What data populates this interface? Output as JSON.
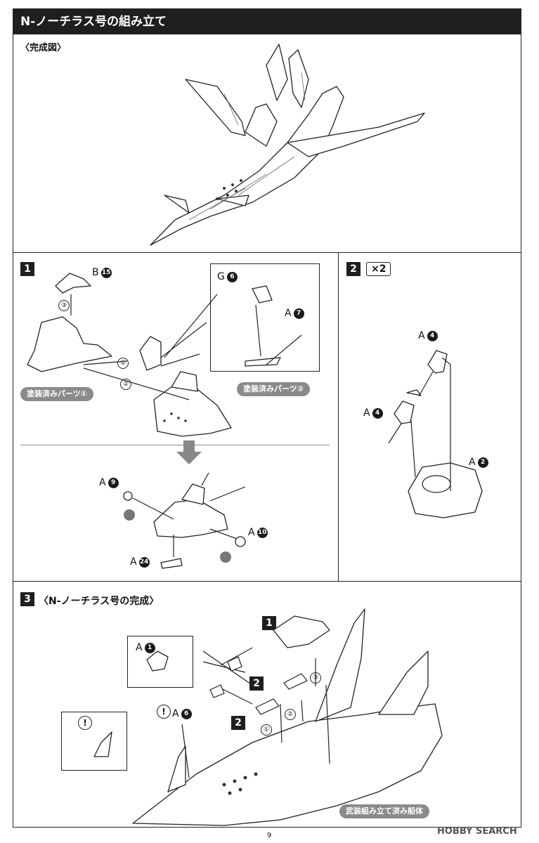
{
  "header": {
    "title": "N-ノーチラス号の組み立て"
  },
  "completed": {
    "label": "〈完成図〉"
  },
  "step1": {
    "number": "1",
    "part_b15": {
      "letter": "B",
      "num": "15"
    },
    "part_g6": {
      "letter": "G",
      "num": "6"
    },
    "part_a7": {
      "letter": "A",
      "num": "7"
    },
    "part_a9": {
      "letter": "A",
      "num": "9"
    },
    "part_a10": {
      "letter": "A",
      "num": "10"
    },
    "part_a24": {
      "letter": "A",
      "num": "24"
    },
    "painted1": "塗装済みパーツ①",
    "painted2": "塗装済みパーツ②",
    "order": [
      "①",
      "②",
      "③"
    ]
  },
  "step2": {
    "number": "2",
    "multiplier": "×2",
    "part_a4a": {
      "letter": "A",
      "num": "4"
    },
    "part_a4b": {
      "letter": "A",
      "num": "4"
    },
    "part_a2": {
      "letter": "A",
      "num": "2"
    }
  },
  "step3": {
    "number": "3",
    "title": "〈N-ノーチラス号の完成〉",
    "part_a1": {
      "letter": "A",
      "num": "1"
    },
    "part_a6": {
      "letter": "A",
      "num": "6"
    },
    "ref1": "1",
    "ref2a": "2",
    "ref2b": "2",
    "order": [
      "①",
      "②",
      "③"
    ],
    "warning": "!",
    "hull": "武装組み立て済み船体"
  },
  "footer": {
    "page": "9",
    "watermark": "HOBBY SEARCH"
  }
}
